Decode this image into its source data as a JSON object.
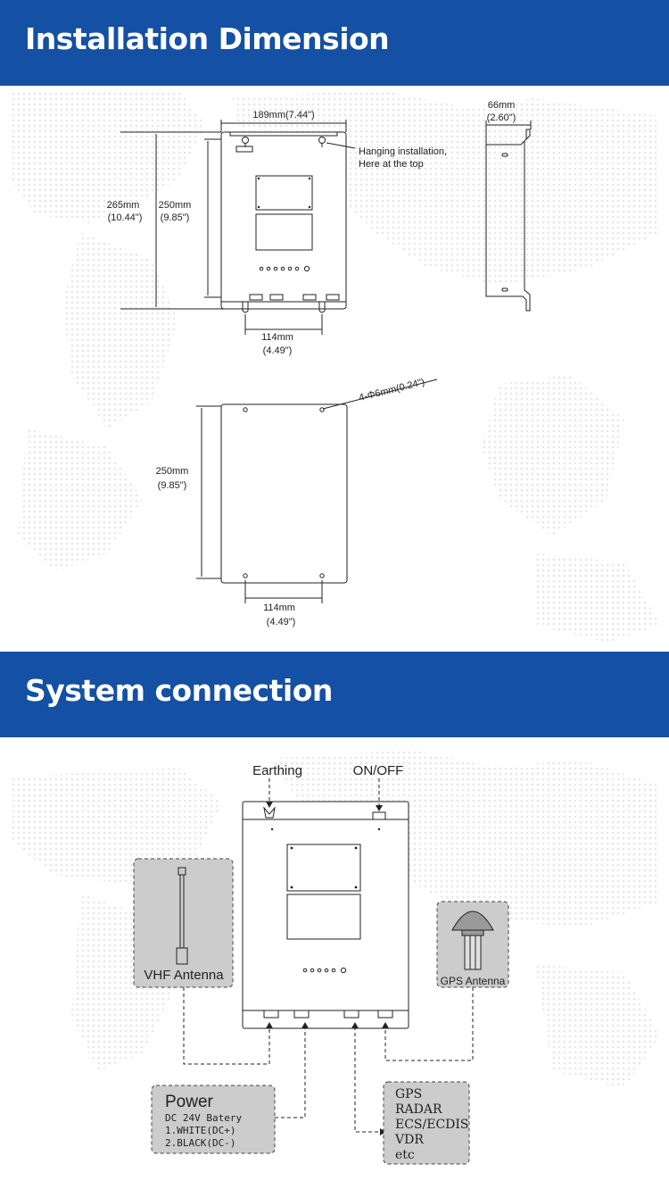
{
  "sections": {
    "installation_title": "Installation Dimension",
    "system_title": "System connection"
  },
  "installation": {
    "width_top": "189mm(7.44\")",
    "height_outer_mm": "265mm",
    "height_outer_in": "(10.44\")",
    "height_inner_mm": "250mm",
    "height_inner_in": "(9.85\")",
    "hanging_note_1": "Hanging installation,",
    "hanging_note_2": "Here at the top",
    "bottom_spacing_mm": "114mm",
    "bottom_spacing_in": "(4.49\")",
    "side_depth_mm": "66mm",
    "side_depth_in": "(2.60\")",
    "holes_label": "4-Φ6mm(0.24\")",
    "back_height_mm": "250mm",
    "back_height_in": "(9.85\")",
    "back_spacing_mm": "114mm",
    "back_spacing_in": "(4.49\")"
  },
  "connection": {
    "earthing": "Earthing",
    "on_off": "ON/OFF",
    "vhf_antenna": "VHF Antenna",
    "gps_antenna": "GPS Antenna",
    "power_title": "Power",
    "power_line1": "DC 24V Batery",
    "power_line2": "1.WHITE(DC+)",
    "power_line3": "2.BLACK(DC-)",
    "devices": [
      "GPS",
      "RADAR",
      "ECS/ECDIS",
      "VDR",
      "etc"
    ]
  },
  "colors": {
    "banner": "#1450a3",
    "label_box": "#cccccc"
  },
  "icons": [
    "world-map-dots",
    "keyhole-hanger-icon",
    "led-indicator-icon",
    "connector-icon",
    "wing-nut-icon",
    "vhf-antenna-icon",
    "gps-dome-antenna-icon"
  ]
}
